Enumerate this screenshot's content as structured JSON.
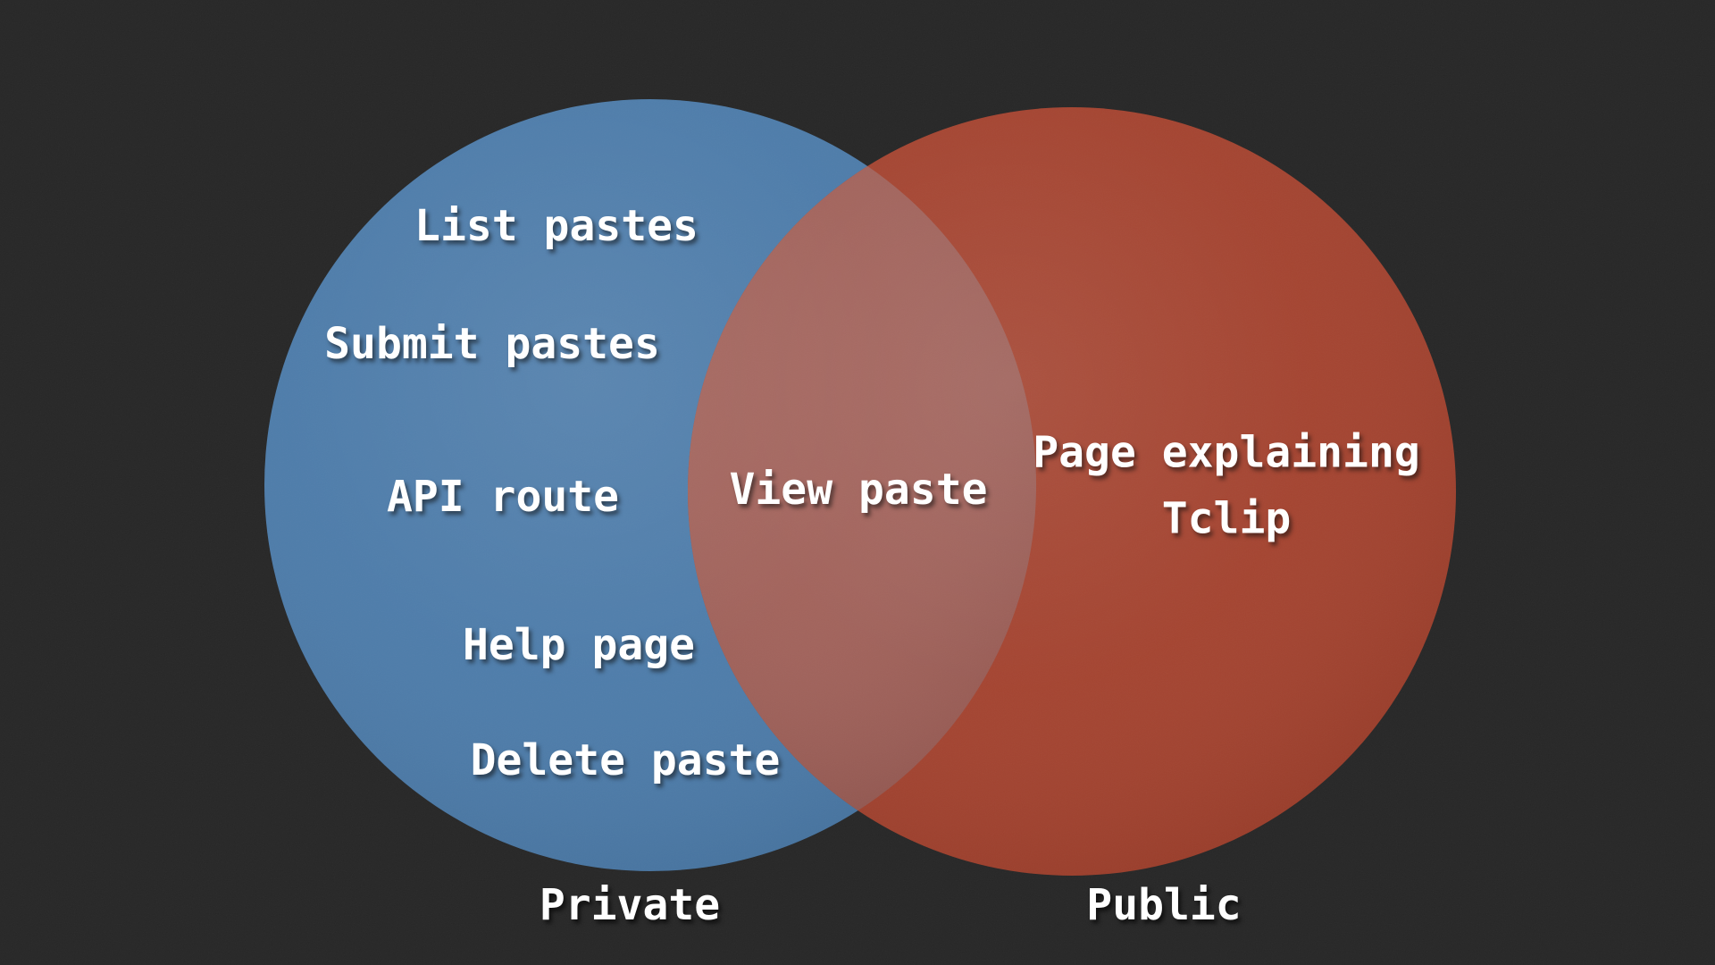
{
  "venn": {
    "background_color": "#272727",
    "text_color": "#ffffff",
    "left": {
      "label": "Private",
      "color": "#4979a8",
      "items": [
        "List pastes",
        "Submit pastes",
        "API route",
        "Help page",
        "Delete paste"
      ]
    },
    "right": {
      "label": "Public",
      "color": "#a23f2b",
      "items": [
        "Page explaining\nTclip"
      ]
    },
    "overlap": {
      "color": "#9d5a52",
      "items": [
        "View paste"
      ]
    }
  }
}
